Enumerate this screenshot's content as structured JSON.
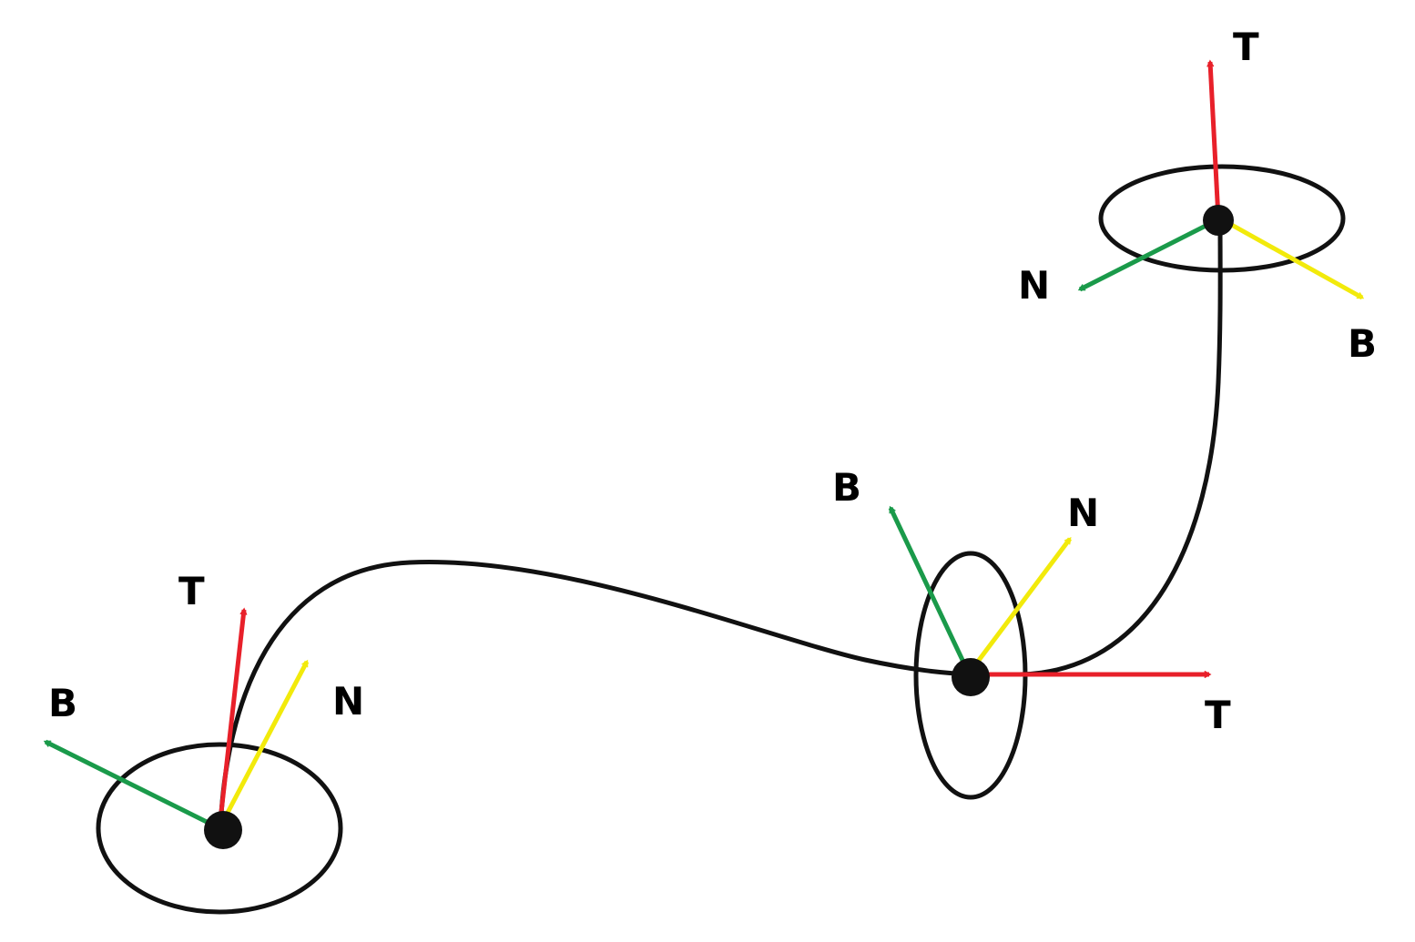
{
  "colors": {
    "tangent": "#e8202a",
    "normal": "#f2ea0b",
    "binormal": "#1a9a4a",
    "curve": "#111111",
    "point": "#111111"
  },
  "labels": {
    "tangent": "T",
    "normal": "N",
    "binormal": "B"
  }
}
